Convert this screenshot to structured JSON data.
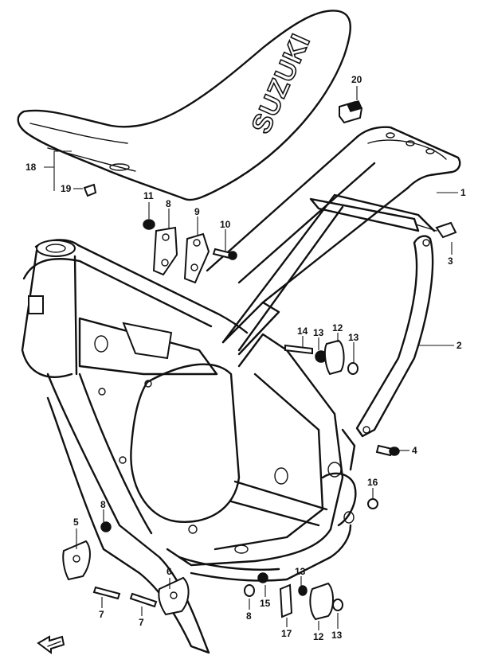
{
  "brand": {
    "logo_text": "SUZUKI"
  },
  "callouts": {
    "c1": "1",
    "c2": "2",
    "c3": "3",
    "c4": "4",
    "c5": "5",
    "c6": "6",
    "c7a": "7",
    "c7b": "7",
    "c8a": "8",
    "c8b": "8",
    "c8c": "8",
    "c9": "9",
    "c10": "10",
    "c11": "11",
    "c12a": "12",
    "c12b": "12",
    "c13a": "13",
    "c13b": "13",
    "c13c": "13",
    "c13d": "13",
    "c14": "14",
    "c15": "15",
    "c16": "16",
    "c17": "17",
    "c18": "18",
    "c19": "19",
    "c20": "20"
  },
  "colors": {
    "ink": "#111111",
    "paper": "#ffffff"
  },
  "icons": {
    "direction": "front-arrow-icon"
  }
}
